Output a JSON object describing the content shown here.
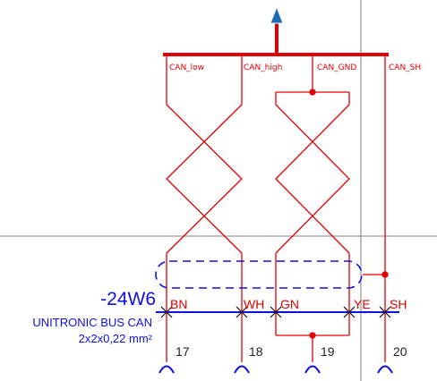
{
  "colors": {
    "wire": "#e00000",
    "cable": "#1010e0",
    "crosshair": "#808080",
    "arrow": "#1a6fb5",
    "text": "#222222"
  },
  "bus": {
    "signals": [
      "CAN_low",
      "CAN_high",
      "CAN_GND",
      "CAN_SH"
    ]
  },
  "cable": {
    "id": "-24W6",
    "name": "UNITRONIC BUS CAN",
    "spec": "2x2x0,22 mm²"
  },
  "conductors": [
    {
      "color_code": "BN",
      "pin": "17"
    },
    {
      "color_code": "WH",
      "pin": "18"
    },
    {
      "color_code": "GN",
      "pin": "19"
    },
    {
      "color_code": "YE",
      "pin": ""
    },
    {
      "color_code": "SH",
      "pin": "20"
    }
  ]
}
